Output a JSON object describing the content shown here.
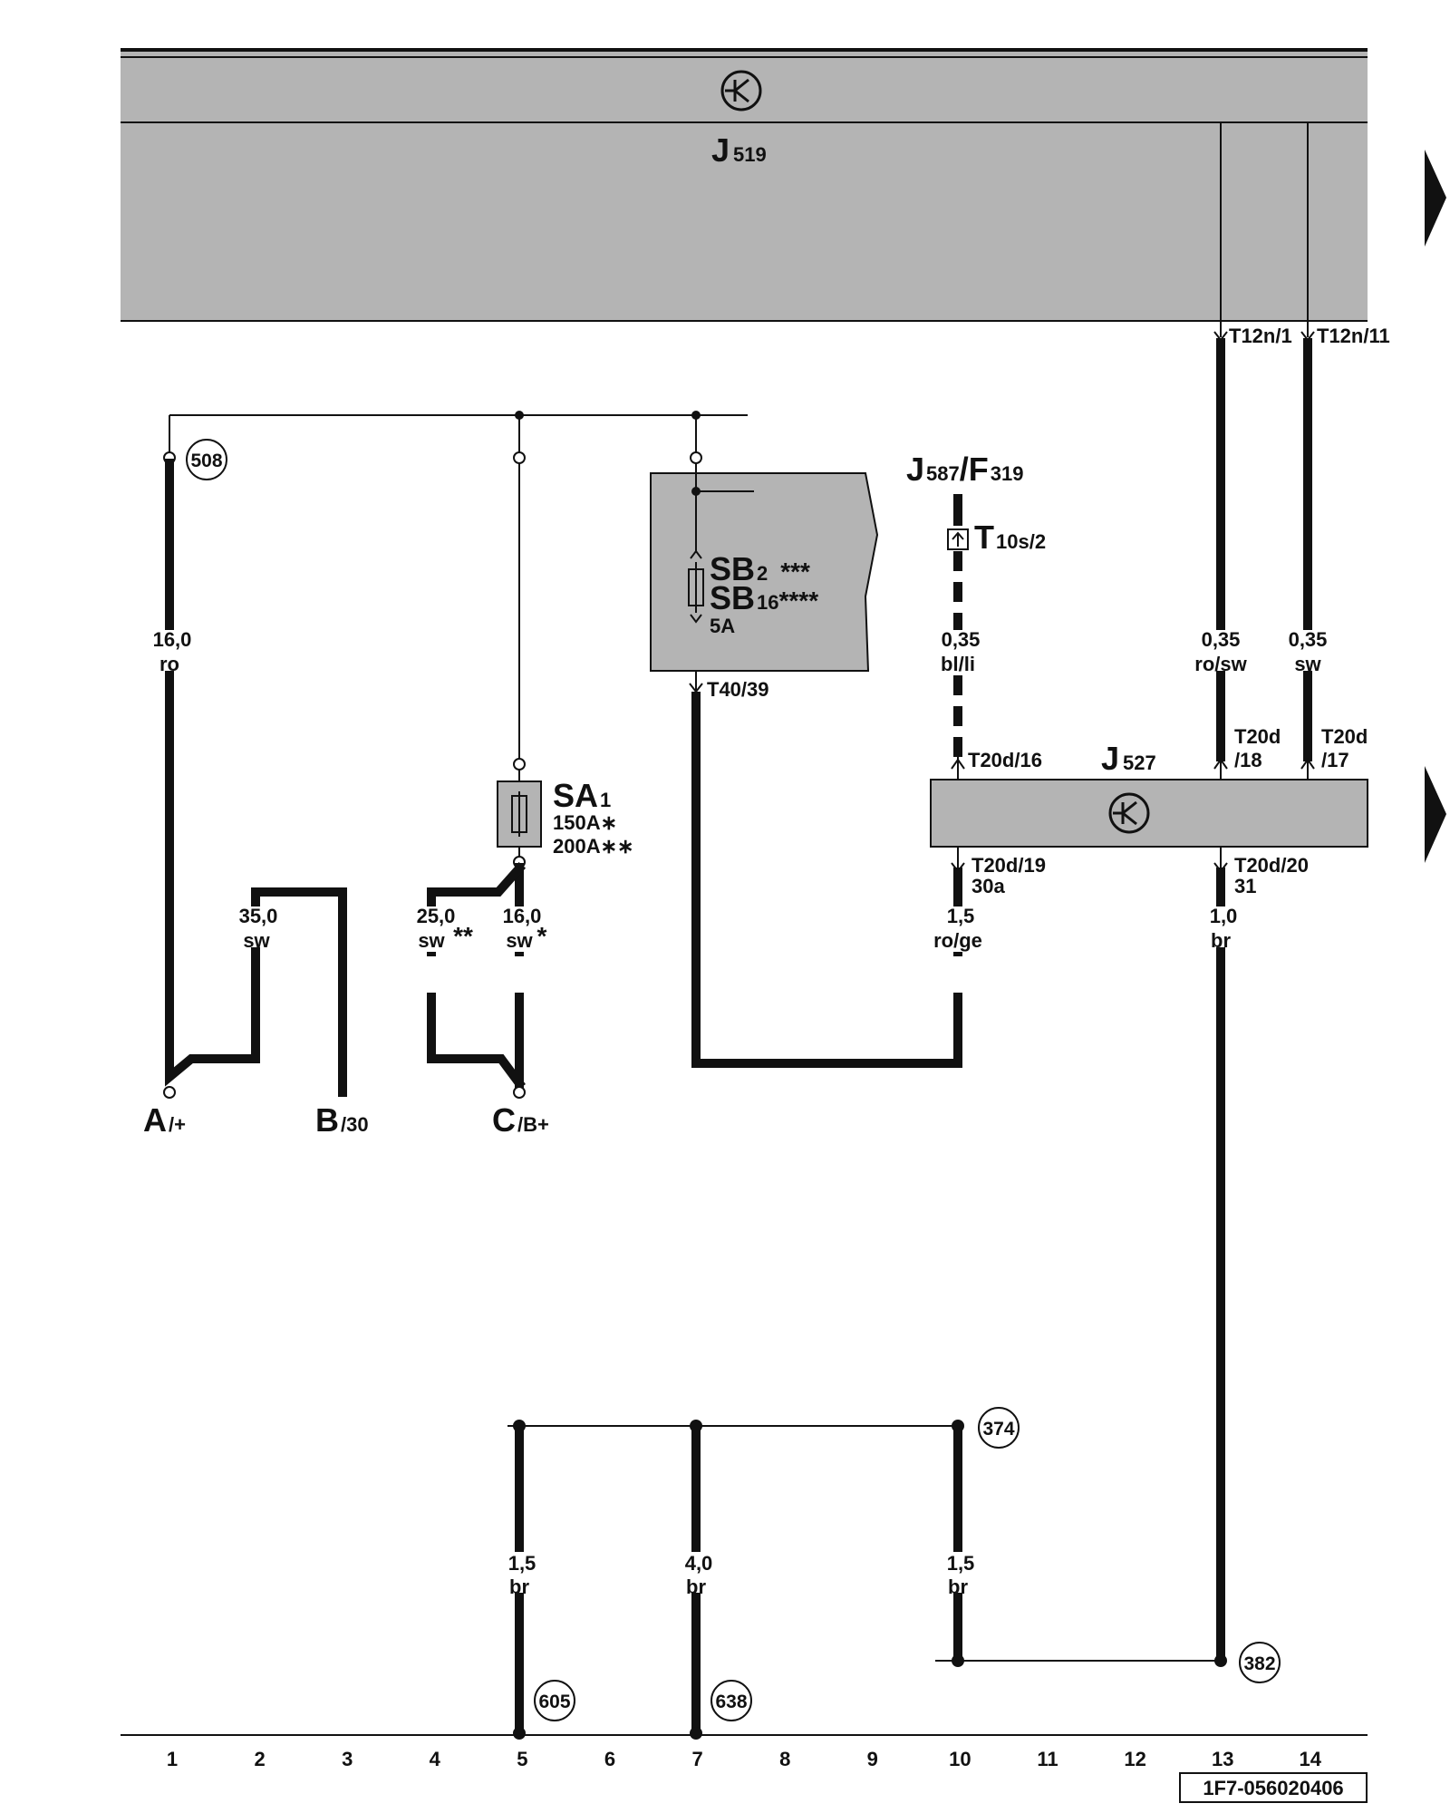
{
  "units": {
    "j519": {
      "label": "J",
      "sub": "519"
    },
    "j527": {
      "label": "J",
      "sub": "527"
    },
    "j587": {
      "text": "J",
      "sub1": "587",
      "slash": "/F",
      "sub2": "319"
    },
    "sb": {
      "line1": "SB",
      "sub1": "2",
      "stars1": "***",
      "line2": "SB",
      "sub2": "16",
      "stars2": "****",
      "rating": "5A"
    },
    "sa": {
      "label": "SA",
      "sub": "1",
      "rating1": "150A∗",
      "rating2": "200A∗∗"
    }
  },
  "connectors": {
    "t12n1": "T12n/1",
    "t12n11": "T12n/11",
    "t40_39": "T40/39",
    "t10s": {
      "main": "T",
      "sub": "10s/2"
    },
    "t20d16": "T20d/16",
    "t20d18": {
      "l1": "T20d",
      "l2": "/18"
    },
    "t20d17": {
      "l1": "T20d",
      "l2": "/17"
    },
    "t20d19": {
      "l1": "T20d/19",
      "l2": "30a"
    },
    "t20d20": {
      "l1": "T20d/20",
      "l2": "31"
    }
  },
  "wires": {
    "w1": {
      "size": "16,0",
      "color": "ro"
    },
    "w2": {
      "size": "35,0",
      "color": "sw"
    },
    "w3": {
      "size": "25,0",
      "color": "sw",
      "mark": "**"
    },
    "w4": {
      "size": "16,0",
      "color": "sw",
      "mark": "*"
    },
    "w5": {
      "size": "0,35",
      "color": "bl/li"
    },
    "w6": {
      "size": "0,35",
      "color": "ro/sw"
    },
    "w7": {
      "size": "0,35",
      "color": "sw"
    },
    "w8": {
      "size": "1,5",
      "color": "ro/ge"
    },
    "w9": {
      "size": "1,0",
      "color": "br"
    },
    "w10": {
      "size": "1,5",
      "color": "br"
    },
    "w11": {
      "size": "4,0",
      "color": "br"
    },
    "w12": {
      "size": "1,5",
      "color": "br"
    }
  },
  "terminals": {
    "a": {
      "main": "A",
      "sub": "/+"
    },
    "b": {
      "main": "B",
      "sub": "/30"
    },
    "c": {
      "main": "C",
      "sub": "/B+"
    }
  },
  "points": {
    "p508": "508",
    "p374": "374",
    "p382": "382",
    "p605": "605",
    "p638": "638"
  },
  "columns": [
    "1",
    "2",
    "3",
    "4",
    "5",
    "6",
    "7",
    "8",
    "9",
    "10",
    "11",
    "12",
    "13",
    "14"
  ],
  "diagram_id": "1F7-056020406",
  "colors": {
    "box_fill": "#b4b4b4",
    "line": "#111111"
  }
}
